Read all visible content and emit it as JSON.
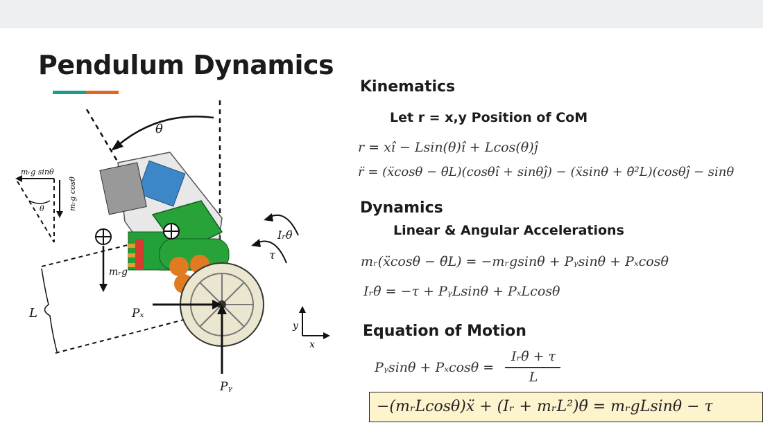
{
  "slide": {
    "title": "Pendulum Dynamics",
    "accent_colors": [
      "#1d9b8e",
      "#e2661f"
    ]
  },
  "kinematics": {
    "heading": "Kinematics",
    "subheading": "Let r = x,y Position of CoM",
    "eq_position": "r = xî − Lsin(θ)î + Lcos(θ)ĵ",
    "eq_acceleration": "r̈ = (ẍcosθ − θ̈L)(cosθî + sinθĵ) − (ẍsinθ + θ̇²L)(cosθĵ − sinθ"
  },
  "dynamics": {
    "heading": "Dynamics",
    "subheading": "Linear & Angular Accelerations",
    "eq_linear": "mᵣ(ẍcosθ − θ̈L) = −mᵣgsinθ + Pᵧsinθ + Pₓcosθ",
    "eq_angular": "Iᵣθ̈ = −τ + PᵧLsinθ + PₓLcosθ"
  },
  "equation_of_motion": {
    "heading": "Equation of Motion",
    "lhs": "Pᵧsinθ + Pₓcosθ =",
    "numerator": "Iᵣθ̈ + τ",
    "denominator": "L",
    "final": "−(mᵣLcosθ)ẍ + (Iᵣ + mᵣL²)θ̈ = mᵣgLsinθ − τ",
    "highlight_color": "#fdf3cc"
  },
  "diagram": {
    "theta": "θ",
    "theta_small": "θ",
    "mg_sin": "mᵣg sinθ",
    "mg_cos": "mᵣg cosθ",
    "mg": "mᵣg",
    "length": "L",
    "px": "Pₓ",
    "py": "Pᵧ",
    "inertia": "Iᵣθ̈",
    "tau": "τ",
    "axis_x": "x",
    "axis_y": "y"
  }
}
